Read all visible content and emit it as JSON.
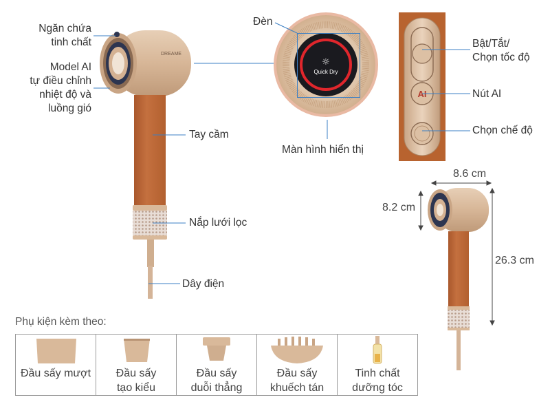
{
  "callouts": {
    "essence": "Ngăn chứa\ntinh chất",
    "ai_model": "Model AI\ntự điều chỉnh\nnhiệt độ và\nluồng gió",
    "handle": "Tay cầm",
    "filter": "Nắp lưới lọc",
    "cord": "Dây điện",
    "light": "Đèn",
    "display": "Màn hình hiển thị",
    "power": "Bật/Tắt/\nChọn tốc độ",
    "ai_button": "Nút AI",
    "mode": "Chọn chế độ"
  },
  "display_screen": {
    "text": "Quick Dry",
    "ai_button_text": "AI",
    "brand": "DREAME"
  },
  "dimensions": {
    "width": "8.6 cm",
    "head_height": "8.2 cm",
    "total_height": "26.3 cm"
  },
  "accessories": {
    "title": "Phụ kiện kèm theo:",
    "items": [
      {
        "label": "Đầu sấy mượt"
      },
      {
        "label": "Đầu sấy\ntạo kiểu"
      },
      {
        "label": "Đầu sấy\nduỗi thẳng"
      },
      {
        "label": "Đầu sấy\nkhuếch tán"
      },
      {
        "label": "Tinh chất\ndưỡng tóc"
      }
    ]
  },
  "colors": {
    "gold": "#d9b99a",
    "gold_dark": "#b89474",
    "copper": "#bd6a3a",
    "line_blue": "#3b7fc4",
    "navy": "#2d3550",
    "red_ring": "#e0262c"
  }
}
